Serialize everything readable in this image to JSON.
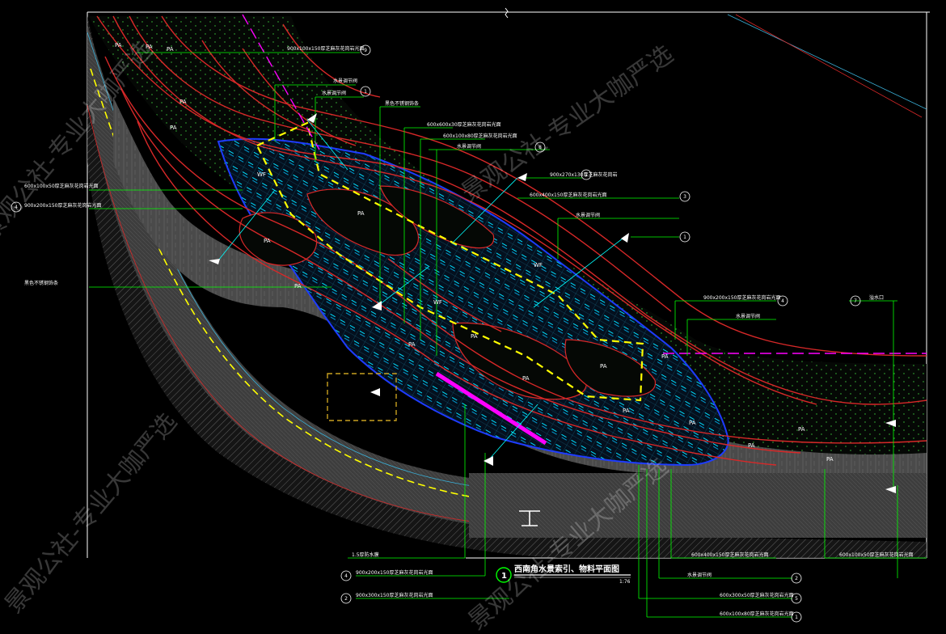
{
  "title": {
    "number": "1",
    "text": "西南角水景索引、物料平面图",
    "scale": "1:76"
  },
  "watermarks": [
    "景观公社-专业大咖严选",
    "景观公社-专业大咖严选",
    "景观公社-专业大咖严选",
    "景观公社-专业大咖严选"
  ],
  "area_labels": [
    "PA",
    "PA",
    "PA",
    "PA",
    "PA",
    "PA",
    "PA",
    "PA",
    "PA",
    "PA",
    "PA",
    "PA",
    "PA",
    "PA",
    "PA",
    "PA",
    "PA",
    "PA",
    "WF",
    "WF",
    "WF"
  ],
  "callouts": {
    "top_1": "900x100x150厚芝麻灰花岗岩光面",
    "top_2": "水景调节阀",
    "top_3": "水景调节阀",
    "top_4": "黑色不锈钢饰条",
    "top_5": "600x600x30厚芝麻灰花岗岩光面",
    "top_6": "600x100x80厚芝麻灰花岗岩光面",
    "top_7": "水景调节阀",
    "top_8": "900x270x130厚芝麻灰花岗岩",
    "top_9": "600x400x150厚芝麻灰花岗岩光面",
    "top_10": "水景调节阀",
    "left_1": "600x100x50厚芝麻灰花岗岩光面",
    "left_2": "900x200x150厚芝麻灰花岗岩光面",
    "left_3": "黑色不锈钢饰条",
    "right_1": "900x200x150厚芝麻灰花岗岩光面",
    "right_2": "水景调节阀",
    "right_3": "溢水口",
    "bottom_1": "1.5厚防水膜",
    "bottom_2": "900x200x150厚芝麻灰花岗岩光面",
    "bottom_3": "900x300x150厚芝麻灰花岗岩光面",
    "bottom_4": "600x400x150厚芝麻灰花岗岩光面",
    "bottom_5": "600x300x50厚芝麻灰花岗岩光面",
    "bottom_6": "600x100x80厚芝麻灰花岗岩光面",
    "bottom_7": "600x100x50厚芝麻灰花岗岩光面",
    "bottom_8": "水景调节阀"
  },
  "tags": [
    "9",
    "1",
    "8",
    "1",
    "3",
    "1",
    "4",
    "4",
    "7",
    "4",
    "2",
    "2",
    "5",
    "1"
  ],
  "colors": {
    "background": "#000000",
    "frame": "#ffffff",
    "leader": "#00ff00",
    "edge_red": "#d82828",
    "water": "#00d8ff",
    "boundary_blue": "#1e3cff",
    "index_yellow": "#ffff00",
    "axis_magenta": "#ff00ff",
    "road_gray": "#6e6e6e"
  }
}
